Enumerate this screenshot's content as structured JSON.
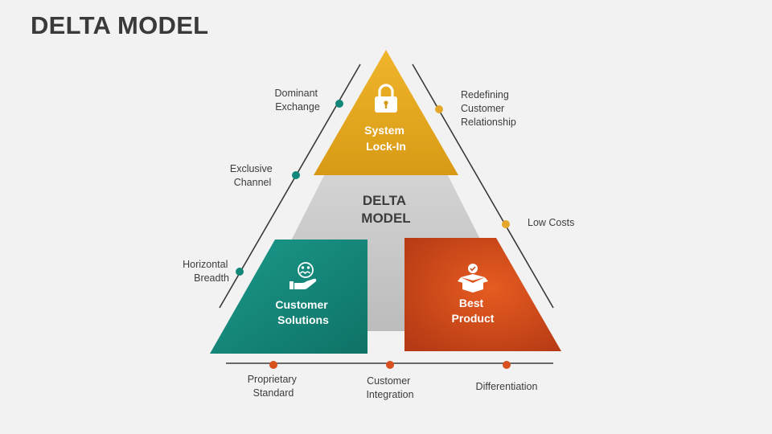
{
  "title": "DELTA MODEL",
  "center_label": [
    "DELTA",
    "MODEL"
  ],
  "segments": {
    "top": {
      "lines": [
        "System",
        "Lock-In"
      ],
      "icon": "lock-icon",
      "color": "#e0a020"
    },
    "left": {
      "lines": [
        "Customer",
        "Solutions"
      ],
      "icon": "hand-people-icon",
      "color": "#15897c"
    },
    "right": {
      "lines": [
        "Best",
        "Product"
      ],
      "icon": "box-check-icon",
      "color": "#d24a1c"
    }
  },
  "left_labels": [
    {
      "lines": [
        "Dominant",
        "Exchange"
      ],
      "color": "#14877b"
    },
    {
      "lines": [
        "Exclusive",
        "Channel"
      ],
      "color": "#14877b"
    },
    {
      "lines": [
        "Horizontal",
        "Breadth"
      ],
      "color": "#14877b"
    }
  ],
  "right_labels": [
    {
      "lines": [
        "Redefining",
        "Customer",
        "Relationship"
      ],
      "color": "#e5a72a"
    },
    {
      "lines": [
        "Low Costs"
      ],
      "color": "#e5a72a"
    }
  ],
  "bottom_labels": [
    {
      "lines": [
        "Proprietary",
        "Standard"
      ],
      "color": "#d8501e"
    },
    {
      "lines": [
        "Customer",
        "Integration"
      ],
      "color": "#d8501e"
    },
    {
      "lines": [
        "Differentiation"
      ],
      "color": "#d8501e"
    }
  ]
}
